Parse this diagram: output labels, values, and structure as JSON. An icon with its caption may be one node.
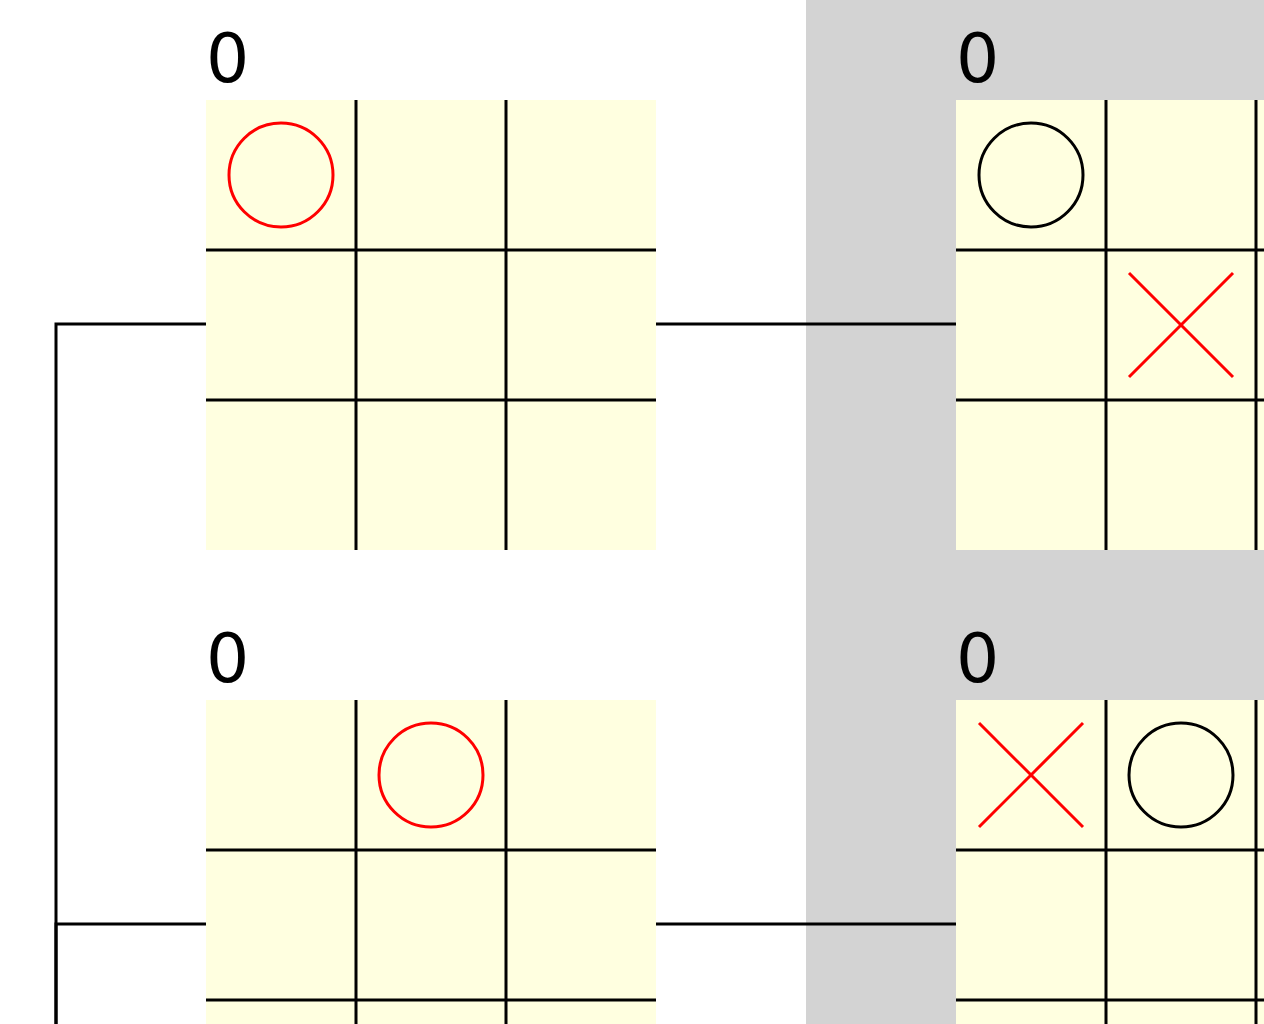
{
  "diagram": {
    "nodes": [
      {
        "text": [
          "0"
        ]
      },
      {
        "text": [
          "0"
        ]
      },
      {
        "text": [
          "0"
        ]
      },
      {
        "text": [
          "0"
        ]
      }
    ],
    "edges": [
      {
        "from": null,
        "to": 0,
        "arrow": "none"
      },
      {
        "from": null,
        "to": 2,
        "arrow": "none"
      },
      {
        "from": 0,
        "to": 1,
        "arrow": "none"
      },
      {
        "from": 2,
        "to": 3,
        "arrow": "none"
      }
    ]
  }
}
